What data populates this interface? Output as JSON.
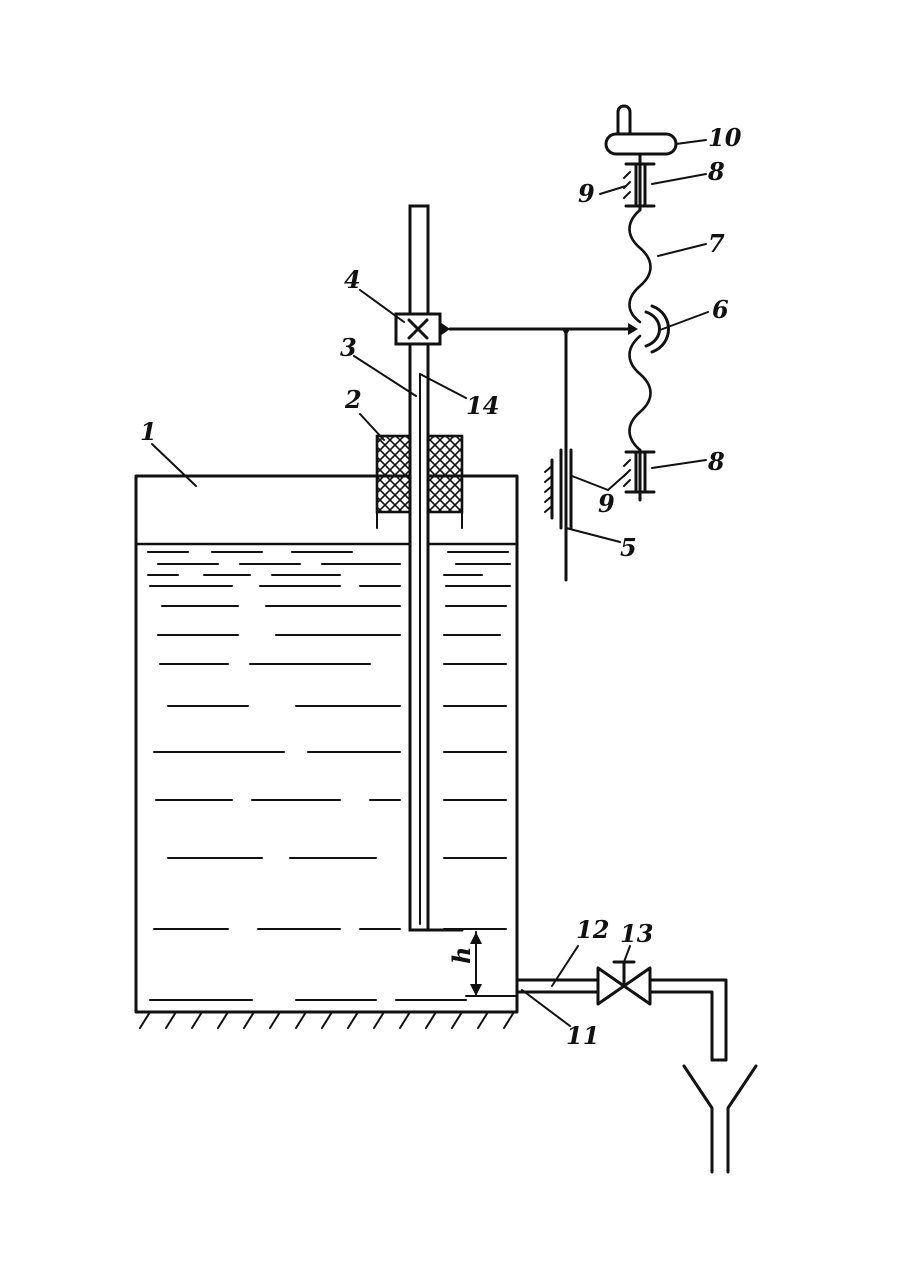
{
  "labels": {
    "l1": "1",
    "l2": "2",
    "l3": "3",
    "l4": "4",
    "l5": "5",
    "l6": "6",
    "l7": "7",
    "l8a": "8",
    "l8b": "8",
    "l9a": "9",
    "l9b": "9",
    "l10": "10",
    "l11": "11",
    "l12": "12",
    "l13": "13",
    "l14": "14",
    "h": "h"
  }
}
